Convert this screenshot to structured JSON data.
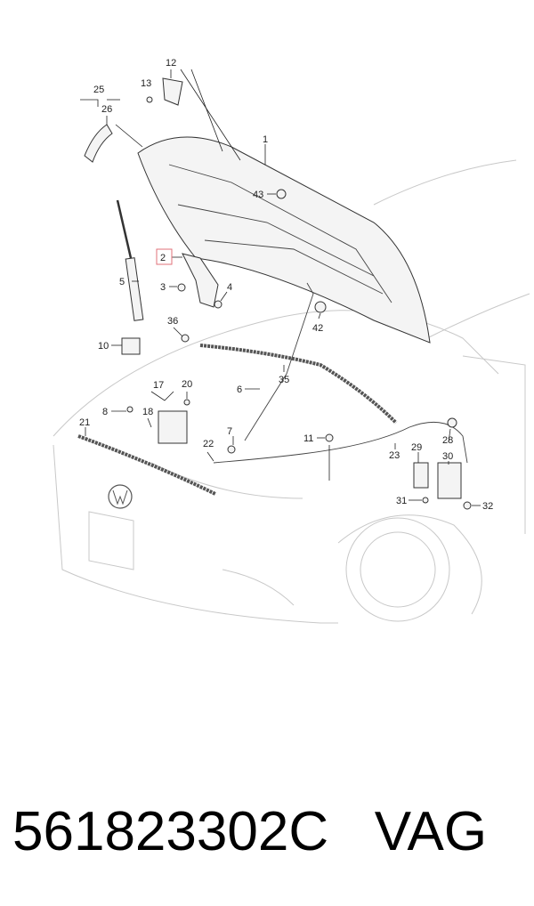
{
  "callouts": {
    "c1": "1",
    "c2": "2",
    "c3": "3",
    "c4": "4",
    "c5": "5",
    "c6": "6",
    "c7": "7",
    "c8": "8",
    "c10": "10",
    "c11": "11",
    "c12": "12",
    "c13": "13",
    "c17": "17",
    "c18": "18",
    "c20": "20",
    "c21": "21",
    "c22": "22",
    "c23": "23",
    "c25": "25",
    "c26": "26",
    "c28": "28",
    "c29": "29",
    "c30": "30",
    "c31": "31",
    "c32": "32",
    "c35": "35",
    "c36": "36",
    "c42": "42",
    "c43": "43"
  },
  "highlighted_callout": "2",
  "colors": {
    "highlight": "#e0707a",
    "ink": "#222222",
    "car_outline": "#c8c8c8"
  },
  "footer": {
    "part_number": "561823302C",
    "brand": "VAG"
  }
}
